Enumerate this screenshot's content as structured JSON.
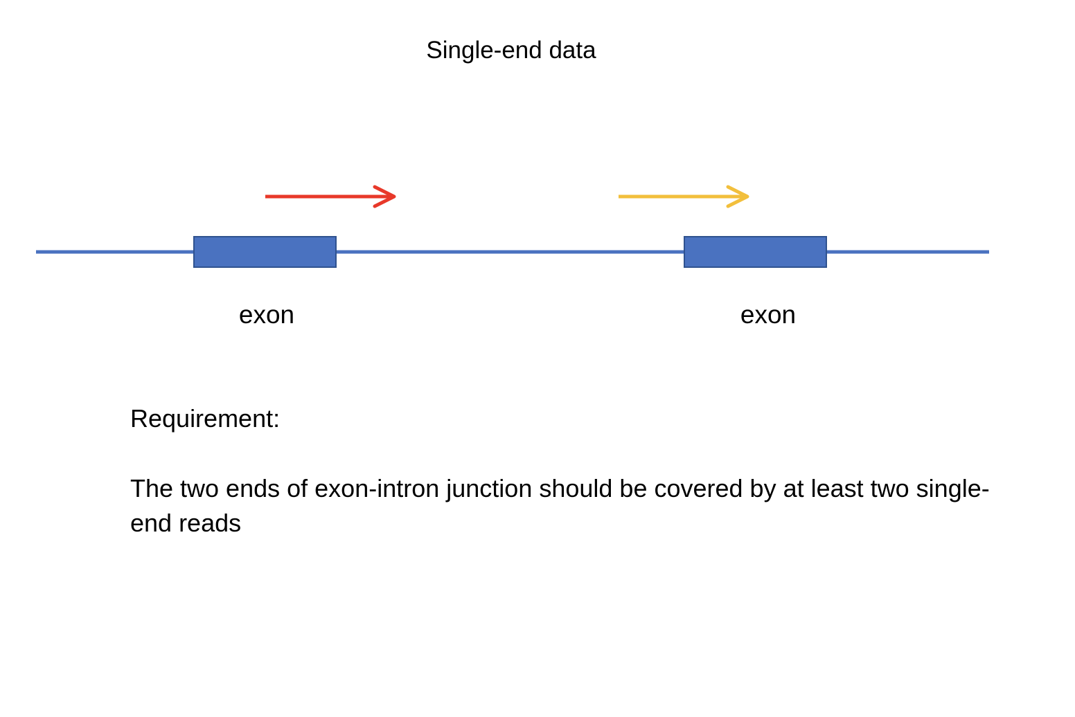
{
  "title": "Single-end data",
  "labels": {
    "exon_left": "exon",
    "exon_right": "exon"
  },
  "requirement": {
    "heading": "Requirement:",
    "text": "The two ends of exon-intron junction should be covered by at least two single-end reads"
  },
  "colors": {
    "track": "#4a72c0",
    "exon_fill": "#4a72c0",
    "exon_border": "#2f528f",
    "read_left": "#e8392a",
    "read_right": "#f2bf3c"
  }
}
